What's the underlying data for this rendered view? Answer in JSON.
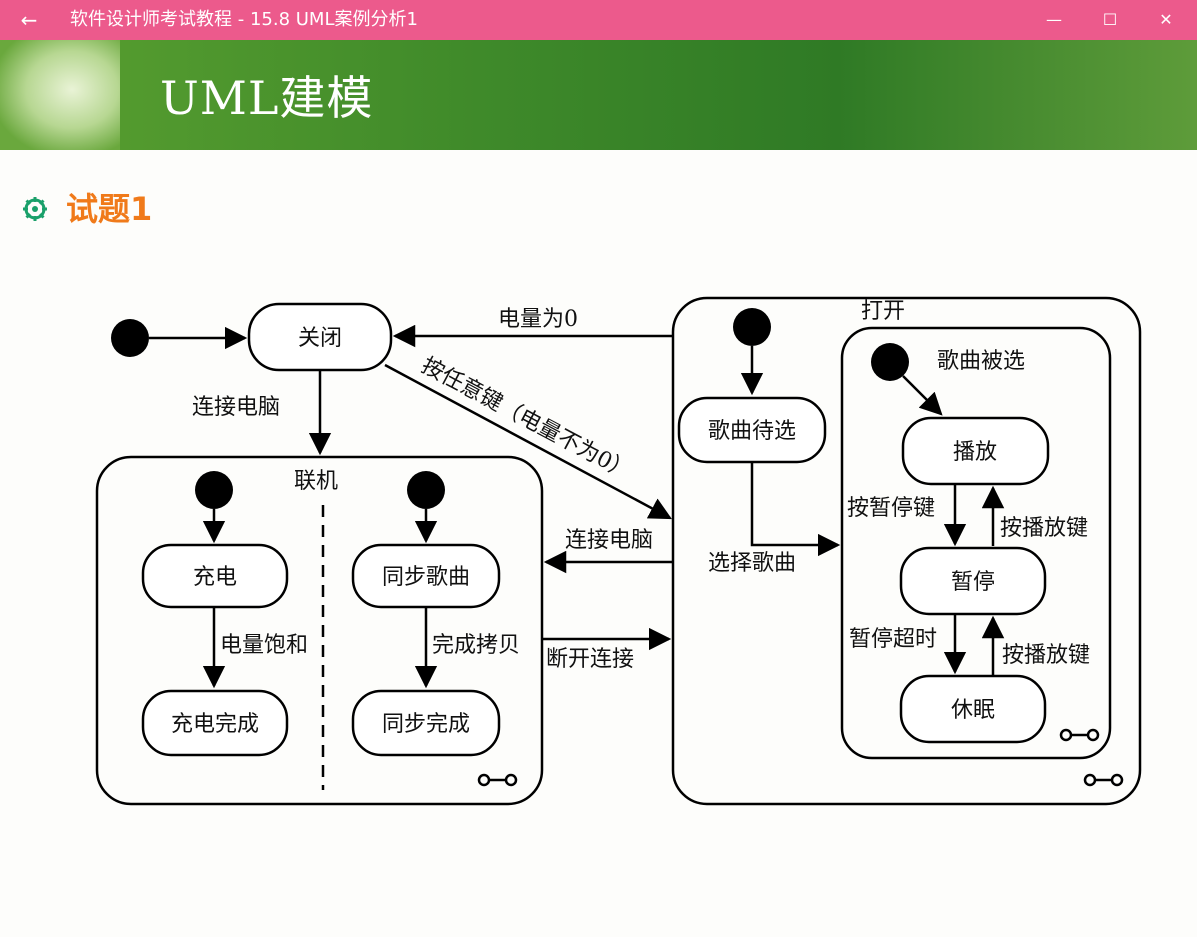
{
  "window": {
    "back_symbol": "←",
    "title": "软件设计师考试教程 - 15.8  UML案例分析1",
    "minimize": "—",
    "maximize": "☐",
    "close": "✕"
  },
  "banner": {
    "heading": "UML建模"
  },
  "question": {
    "title": "试题1"
  },
  "diagram": {
    "states": {
      "closed": "关闭",
      "online": "联机",
      "charging": "充电",
      "charge_complete": "充电完成",
      "sync_songs": "同步歌曲",
      "sync_complete": "同步完成",
      "open": "打开",
      "song_waiting": "歌曲待选",
      "song_selected": "歌曲被选",
      "play": "播放",
      "pause": "暂停",
      "sleep": "休眠"
    },
    "transitions": {
      "battery_zero": "电量为0",
      "connect_pc_1": "连接电脑",
      "any_key_line1": "按任意键（电量不为0）",
      "connect_pc_2": "连接电脑",
      "disconnect": "断开连接",
      "battery_full": "电量饱和",
      "copy_done": "完成拷贝",
      "select_song": "选择歌曲",
      "press_pause": "按暂停键",
      "press_play_1": "按播放键",
      "pause_timeout": "暂停超时",
      "press_play_2": "按播放键"
    }
  }
}
